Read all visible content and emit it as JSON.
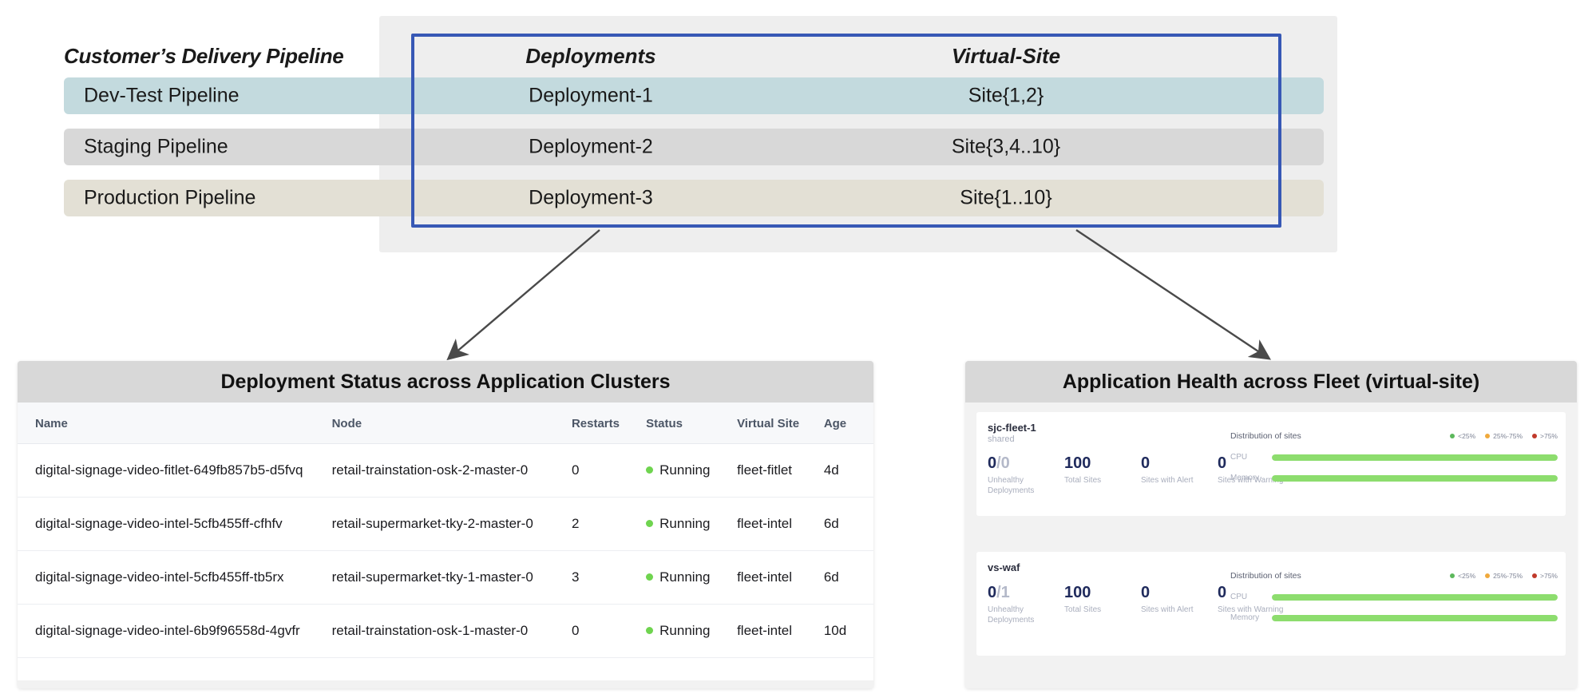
{
  "top": {
    "pipeline_title": "Customer’s Delivery Pipeline",
    "columns": {
      "deployments": "Deployments",
      "virtual_site": "Virtual-Site"
    },
    "rows": [
      {
        "pipeline": "Dev-Test Pipeline",
        "deployment": "Deployment-1",
        "site": "Site{1,2}",
        "color": "#c3dade"
      },
      {
        "pipeline": "Staging Pipeline",
        "deployment": "Deployment-2",
        "site": "Site{3,4..10}",
        "color": "#d8d8d8"
      },
      {
        "pipeline": "Production Pipeline",
        "deployment": "Deployment-3",
        "site": "Site{1..10}",
        "color": "#e3e0d5"
      }
    ],
    "highlight_border_color": "#3758b5"
  },
  "left_panel": {
    "title": "Deployment Status across Application Clusters",
    "table": {
      "headers": [
        "Name",
        "Node",
        "Restarts",
        "Status",
        "Virtual Site",
        "Age"
      ],
      "rows": [
        {
          "name": "digital-signage-video-fitlet-649fb857b5-d5fvq",
          "node": "retail-trainstation-osk-2-master-0",
          "restarts": "0",
          "status": "Running",
          "virtual_site": "fleet-fitlet",
          "age": "4d"
        },
        {
          "name": "digital-signage-video-intel-5cfb455ff-cfhfv",
          "node": "retail-supermarket-tky-2-master-0",
          "restarts": "2",
          "status": "Running",
          "virtual_site": "fleet-intel",
          "age": "6d"
        },
        {
          "name": "digital-signage-video-intel-5cfb455ff-tb5rx",
          "node": "retail-supermarket-tky-1-master-0",
          "restarts": "3",
          "status": "Running",
          "virtual_site": "fleet-intel",
          "age": "6d"
        },
        {
          "name": "digital-signage-video-intel-6b9f96558d-4gvfr",
          "node": "retail-trainstation-osk-1-master-0",
          "restarts": "0",
          "status": "Running",
          "virtual_site": "fleet-intel",
          "age": "10d"
        }
      ]
    },
    "status_dot_color": "#6fd44f"
  },
  "right_panel": {
    "title": "Application Health across Fleet (virtual-site)",
    "distribution_title": "Distribution of sites",
    "legend": [
      {
        "label": "<25%",
        "color": "#5cb85c"
      },
      {
        "label": "25%-75%",
        "color": "#f0a93c"
      },
      {
        "label": ">75%",
        "color": "#c0392b"
      }
    ],
    "bar_labels": {
      "cpu": "CPU",
      "memory": "Memory"
    },
    "stat_captions": {
      "unhealthy": "Unhealthy Deployments",
      "total": "Total Sites",
      "alert": "Sites with Alert",
      "warning": "Sites with Warning"
    },
    "fleets": [
      {
        "name": "sjc-fleet-1",
        "subtitle": "shared",
        "unhealthy_num": "0",
        "unhealthy_den": "/0",
        "total_sites": "100",
        "sites_with_alert": "0",
        "sites_with_warning": "0",
        "cpu_pct": 100,
        "memory_pct": 100
      },
      {
        "name": "vs-waf",
        "subtitle": "",
        "unhealthy_num": "0",
        "unhealthy_den": "/1",
        "total_sites": "100",
        "sites_with_alert": "0",
        "sites_with_warning": "0",
        "cpu_pct": 100,
        "memory_pct": 100
      }
    ]
  }
}
